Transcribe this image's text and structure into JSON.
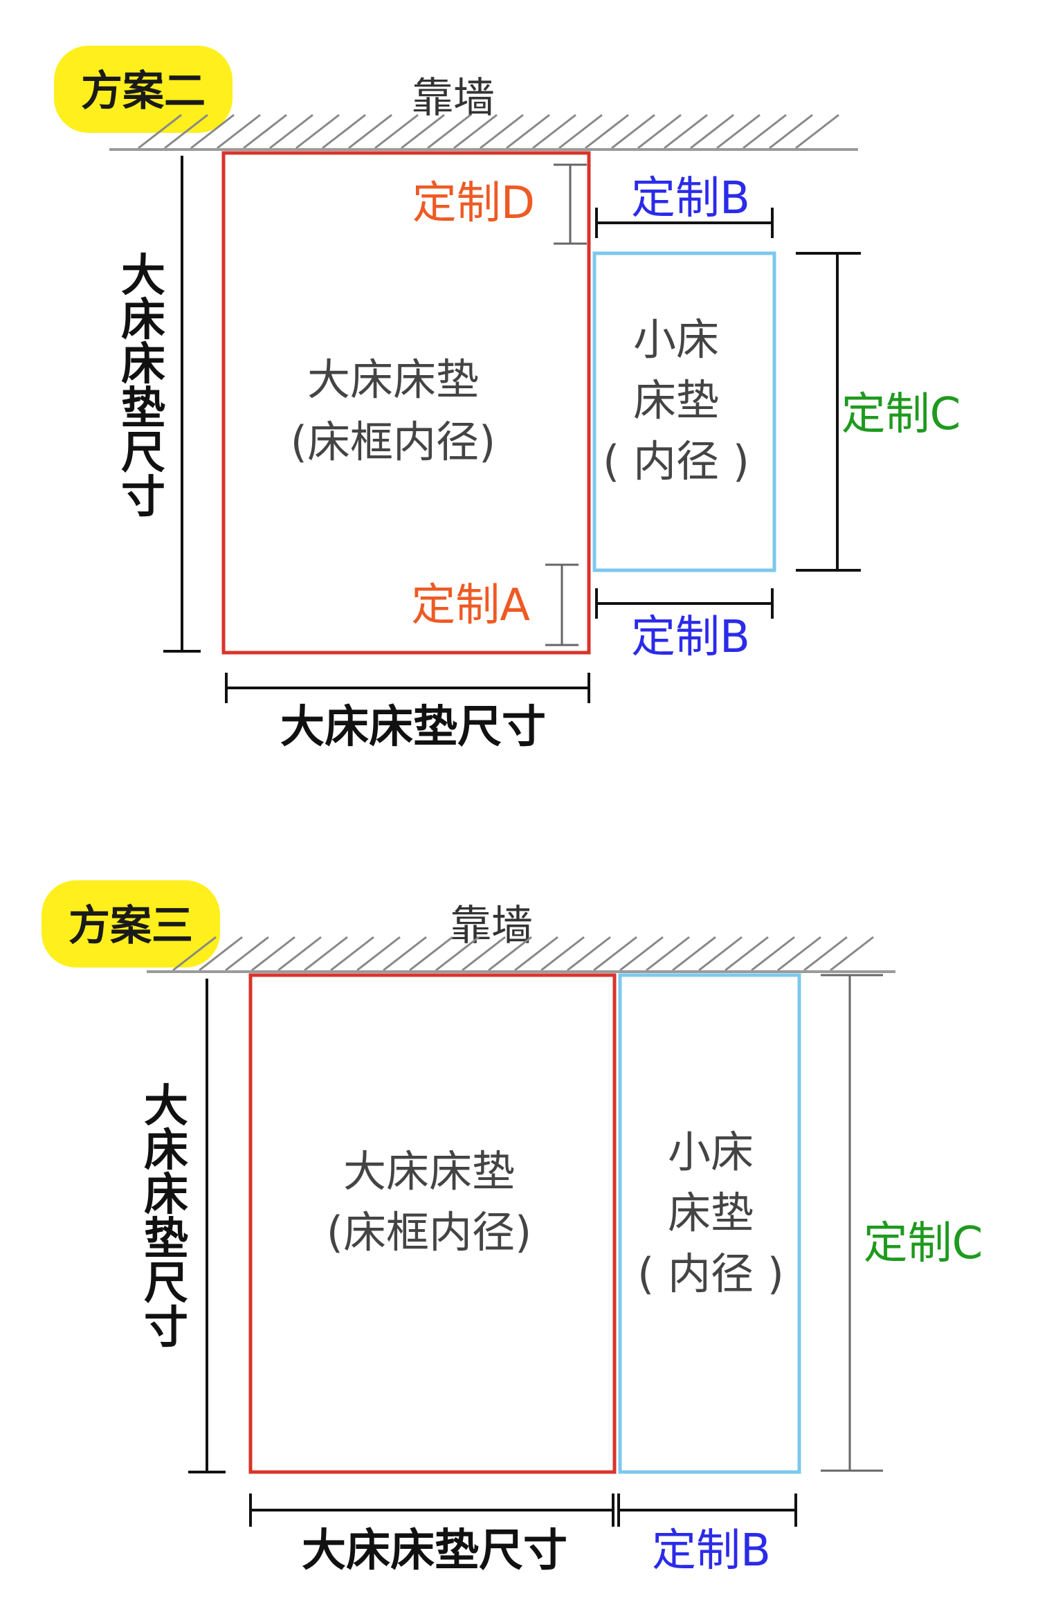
{
  "colors": {
    "big_bed": "#d9342b",
    "small_bed": "#7cc8ee",
    "badge_bg": "#ffef1c",
    "custom_a_d": "#ee5a24",
    "custom_b": "#2b2bea",
    "custom_c": "#1e9a1e"
  },
  "plan2": {
    "badge": "方案二",
    "wall": "靠墙",
    "big_bed_line1": "大床床垫",
    "big_bed_line2": "(床框内径)",
    "small_bed_line1": "小床",
    "small_bed_line2": "床垫",
    "small_bed_line3": "( 内径 )",
    "custom_d": "定制D",
    "custom_a": "定制A",
    "custom_b_top": "定制B",
    "custom_b_bottom": "定制B",
    "custom_c": "定制C",
    "vertical_dim": "大床床垫尺寸",
    "horizontal_dim": "大床床垫尺寸"
  },
  "plan3": {
    "badge": "方案三",
    "wall": "靠墙",
    "big_bed_line1": "大床床垫",
    "big_bed_line2": "(床框内径)",
    "small_bed_line1": "小床",
    "small_bed_line2": "床垫",
    "small_bed_line3": "( 内径 )",
    "custom_c": "定制C",
    "custom_b": "定制B",
    "vertical_dim": "大床床垫尺寸",
    "horizontal_dim": "大床床垫尺寸"
  }
}
